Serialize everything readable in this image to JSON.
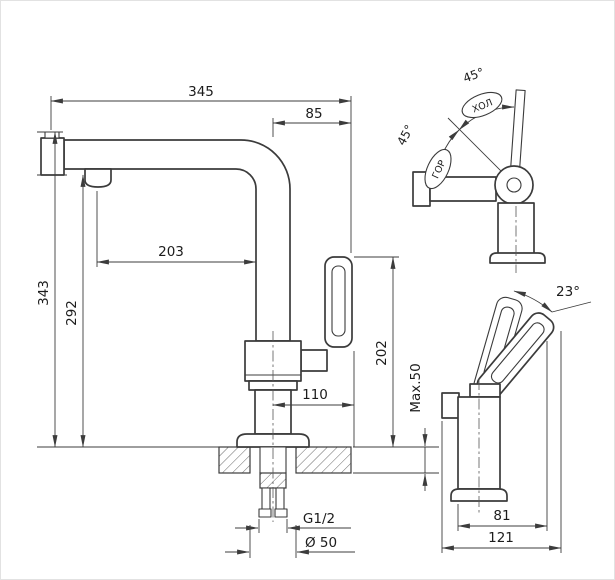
{
  "views": {
    "main": {
      "overall_width": "345",
      "top_offset": "85",
      "spout_reach": "203",
      "overall_height": "343",
      "spout_height": "292",
      "handle_height": "202",
      "base_offset": "110",
      "max_counter_thickness": "Max.50",
      "thread_size": "G1/2",
      "hole_diameter": "Ø 50"
    },
    "front": {
      "swing_angle_cold": "45°",
      "swing_angle_hot": "45°",
      "cold_label": "ХОЛ",
      "hot_label": "ГОР"
    },
    "side": {
      "handle_tilt_angle": "23°",
      "body_depth": "81",
      "total_depth": "121"
    }
  }
}
